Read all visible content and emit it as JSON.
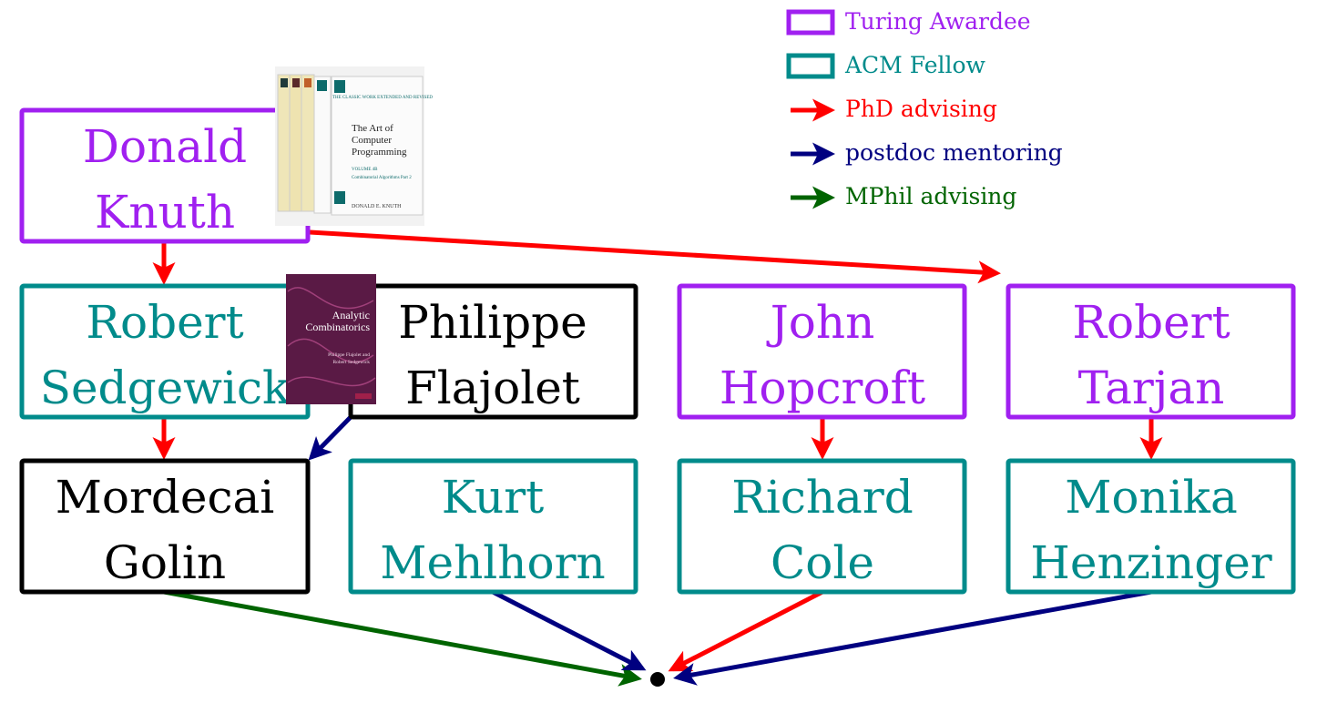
{
  "colors": {
    "turing": "#A020F0",
    "acm": "#008B8B",
    "phd": "#FF0000",
    "postdoc": "#000080",
    "mphil": "#006400",
    "plain": "#000000"
  },
  "legend": {
    "turing": "Turing Awardee",
    "acm": "ACM Fellow",
    "phd": "PhD advising",
    "postdoc": "postdoc mentoring",
    "mphil": "MPhil advising"
  },
  "people": {
    "knuth": {
      "line1": "Donald",
      "line2": "Knuth",
      "category": "turing"
    },
    "sedgewick": {
      "line1": "Robert",
      "line2": "Sedgewick",
      "category": "acm"
    },
    "flajolet": {
      "line1": "Philippe",
      "line2": "Flajolet",
      "category": "plain"
    },
    "hopcroft": {
      "line1": "John",
      "line2": "Hopcroft",
      "category": "turing"
    },
    "tarjan": {
      "line1": "Robert",
      "line2": "Tarjan",
      "category": "turing"
    },
    "golin": {
      "line1": "Mordecai",
      "line2": "Golin",
      "category": "plain"
    },
    "mehlhorn": {
      "line1": "Kurt",
      "line2": "Mehlhorn",
      "category": "acm"
    },
    "cole": {
      "line1": "Richard",
      "line2": "Cole",
      "category": "acm"
    },
    "henzinger": {
      "line1": "Monika",
      "line2": "Henzinger",
      "category": "acm"
    }
  },
  "books": {
    "taocp": {
      "banner": "THE CLASSIC WORK EXTENDED AND REVISED",
      "title1": "The Art of",
      "title2": "Computer",
      "title3": "Programming",
      "volume": "VOLUME 4B",
      "subtitle": "Combinatorial Algorithms Part 2",
      "author": "DONALD E. KNUTH"
    },
    "ac": {
      "title1": "Analytic",
      "title2": "Combinatorics",
      "authors1": "Philippe Flajolet and",
      "authors2": "Robert Sedgewick"
    }
  },
  "edges": [
    {
      "from": "knuth",
      "to": "sedgewick",
      "type": "phd"
    },
    {
      "from": "knuth",
      "to": "tarjan",
      "type": "phd"
    },
    {
      "from": "sedgewick",
      "to": "golin",
      "type": "phd"
    },
    {
      "from": "flajolet",
      "to": "golin",
      "type": "postdoc"
    },
    {
      "from": "hopcroft",
      "to": "cole",
      "type": "phd"
    },
    {
      "from": "tarjan",
      "to": "henzinger",
      "type": "phd"
    },
    {
      "from": "golin",
      "to": "target",
      "type": "mphil"
    },
    {
      "from": "mehlhorn",
      "to": "target",
      "type": "postdoc"
    },
    {
      "from": "cole",
      "to": "target",
      "type": "phd"
    },
    {
      "from": "henzinger",
      "to": "target",
      "type": "postdoc"
    }
  ]
}
